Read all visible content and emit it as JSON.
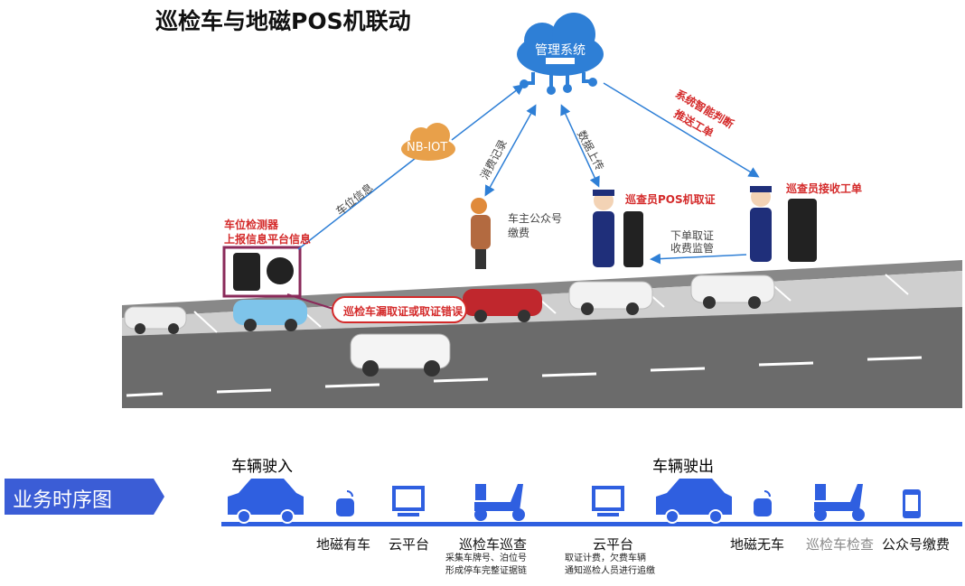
{
  "title": "巡检车与地磁POS机联动",
  "nodes": {
    "management": "管理系统",
    "nbiot": "NB-IOT",
    "detector_title_1": "车位检测器",
    "detector_title_2": "上报信息平台信息",
    "patrol_pos": "巡查员POS机取证",
    "patrol_receive": "巡查员接收工单",
    "owner_pay_1": "车主公众号",
    "owner_pay_2": "缴费",
    "error_callout": "巡检车漏取证或取证错误"
  },
  "edges": {
    "parking_info": "车位信息",
    "consume_record": "消费记录",
    "data_upload": "数据上传",
    "smart_1": "系统智能判断",
    "smart_2": "推送工单",
    "order_1": "下单取证",
    "order_2": "收费监管"
  },
  "timeline": {
    "banner": "业务时序图",
    "enter": "车辆驶入",
    "exit": "车辆驶出",
    "steps": [
      {
        "label": "地磁有车"
      },
      {
        "label": "云平台"
      },
      {
        "label": "巡检车巡查",
        "sub1": "采集车牌号、泊位号",
        "sub2": "形成停车完整证据链"
      },
      {
        "label": "云平台",
        "sub1": "取证计费，欠费车辆",
        "sub2": "通知巡检人员进行追缴"
      },
      {
        "label": "地磁无车"
      },
      {
        "label": "巡检车检查"
      },
      {
        "label": "公众号缴费"
      }
    ]
  },
  "colors": {
    "blue": "#2f5fe0",
    "cloud": "#2e7fd6",
    "orange": "#e8a04a",
    "red": "#d42a2a"
  }
}
